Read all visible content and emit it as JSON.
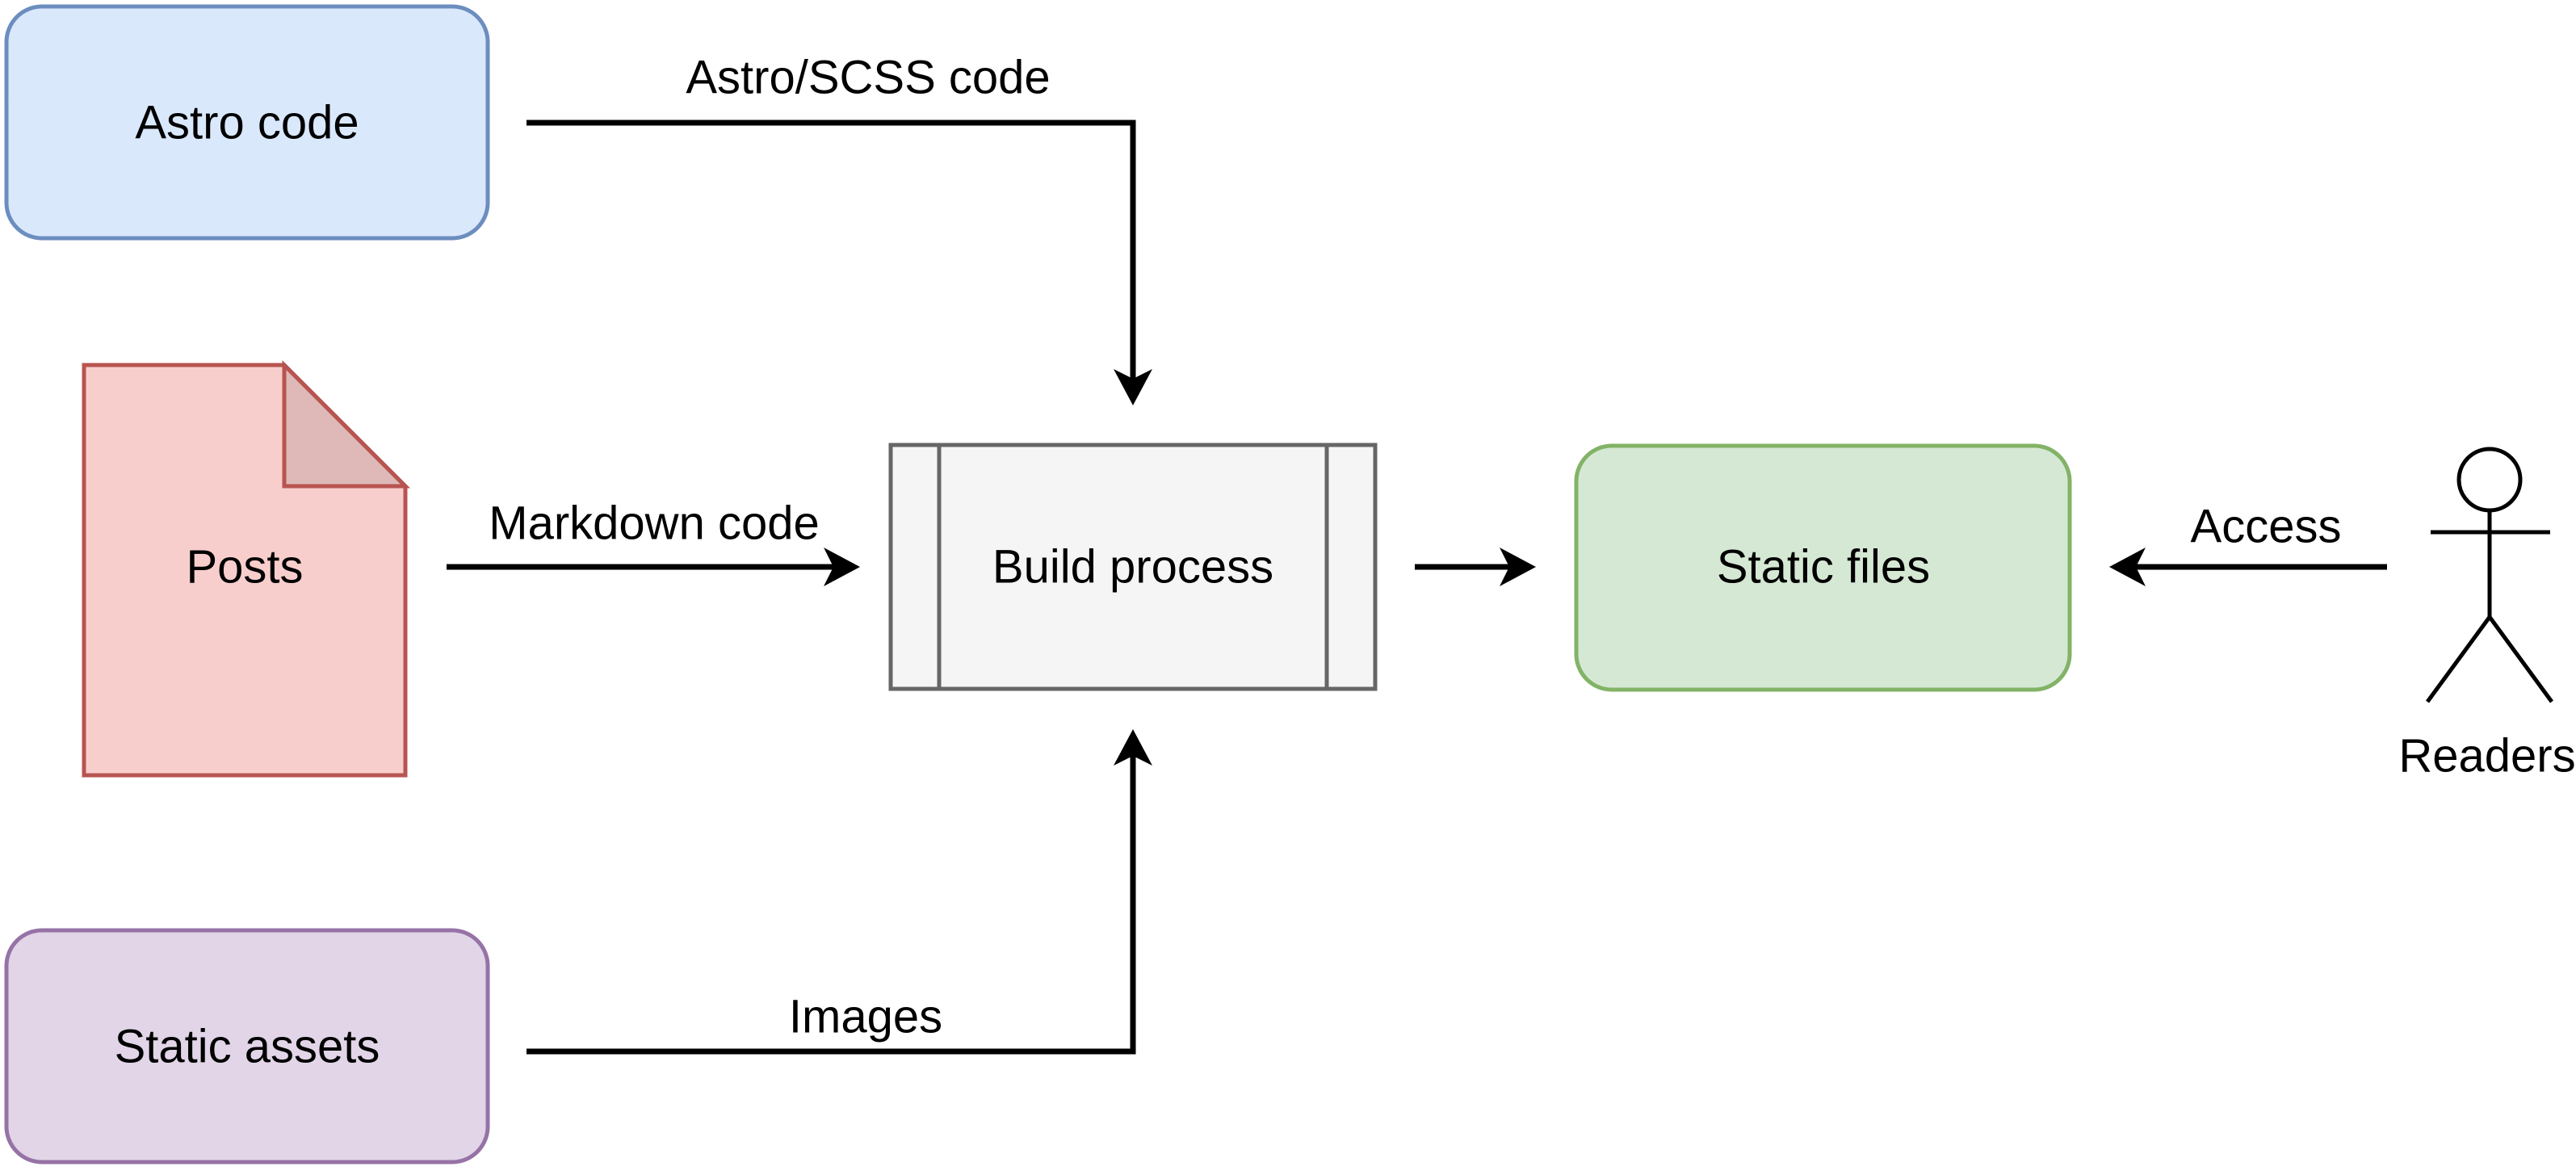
{
  "diagram": {
    "background": "#ffffff",
    "edge_color": "#000000",
    "nodes": {
      "astro_code": {
        "label": "Astro code",
        "fill": "#dae8fc",
        "stroke": "#6c8ebf"
      },
      "posts": {
        "label": "Posts",
        "fill": "#f8cecc",
        "stroke": "#b85450"
      },
      "static_assets": {
        "label": "Static assets",
        "fill": "#e1d5e7",
        "stroke": "#9673a6"
      },
      "build_process": {
        "label": "Build process",
        "fill": "#f5f5f5",
        "stroke": "#666666",
        "text_color": "#333333"
      },
      "static_files": {
        "label": "Static files",
        "fill": "#d5e8d4",
        "stroke": "#82b366"
      }
    },
    "actor": {
      "label": "Readers",
      "color": "#000000"
    },
    "edges": {
      "astro_to_build": {
        "label": "Astro/SCSS code"
      },
      "posts_to_build": {
        "label": "Markdown code"
      },
      "assets_to_build": {
        "label": "Images"
      },
      "readers_to_files": {
        "label": "Access"
      }
    }
  }
}
